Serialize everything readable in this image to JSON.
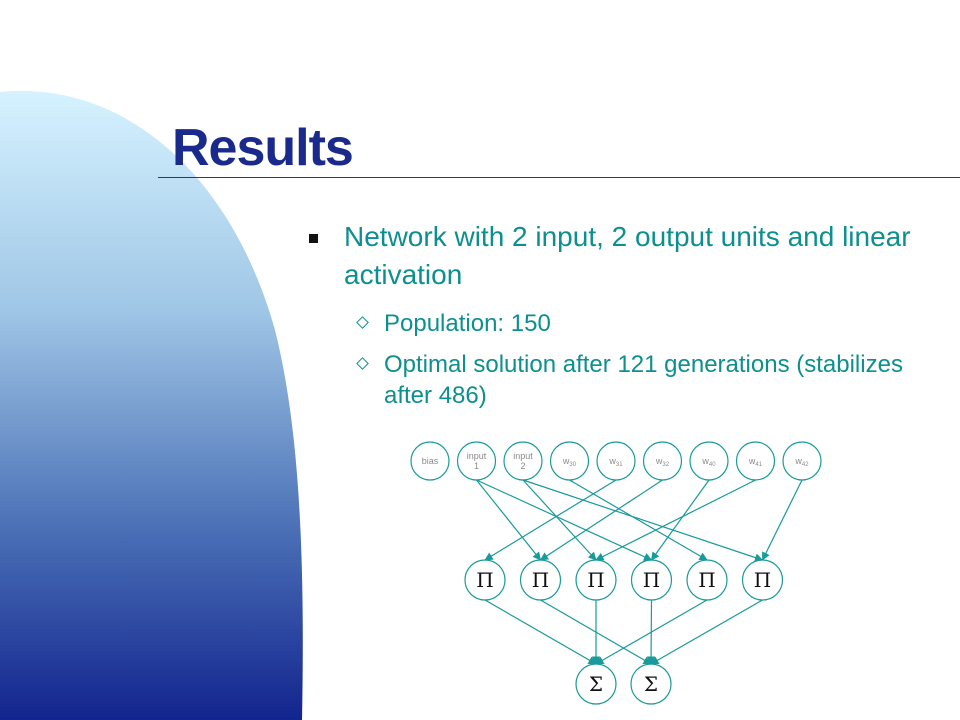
{
  "slide": {
    "title": "Results",
    "bullets": [
      {
        "text": "Network with 2 input, 2 output units and linear activation",
        "sub": [
          "Population: 150",
          "Optimal solution after 121 generations (stabilizes after 486)"
        ]
      }
    ]
  },
  "diagram": {
    "colors": {
      "edge": "#1a9a9a",
      "node_stroke": "#1a9a9a",
      "node_text": "#8a8a8a"
    },
    "top_nodes": [
      {
        "id": "bias",
        "lines": [
          "bias"
        ]
      },
      {
        "id": "input1",
        "lines": [
          "input",
          "1"
        ]
      },
      {
        "id": "input2",
        "lines": [
          "input",
          "2"
        ]
      },
      {
        "id": "w30",
        "base": "w",
        "sub": "30"
      },
      {
        "id": "w31",
        "base": "w",
        "sub": "31"
      },
      {
        "id": "w32",
        "base": "w",
        "sub": "32"
      },
      {
        "id": "w40",
        "base": "w",
        "sub": "40"
      },
      {
        "id": "w41",
        "base": "w",
        "sub": "41"
      },
      {
        "id": "w42",
        "base": "w",
        "sub": "42"
      }
    ],
    "product_nodes": [
      {
        "id": "p1",
        "symbol": "Π"
      },
      {
        "id": "p2",
        "symbol": "Π"
      },
      {
        "id": "p3",
        "symbol": "Π"
      },
      {
        "id": "p4",
        "symbol": "Π"
      },
      {
        "id": "p5",
        "symbol": "Π"
      },
      {
        "id": "p6",
        "symbol": "Π"
      }
    ],
    "sum_nodes": [
      {
        "id": "s1",
        "symbol": "Σ"
      },
      {
        "id": "s2",
        "symbol": "Σ"
      }
    ],
    "edges_top": [
      [
        "input1",
        "p4"
      ],
      [
        "input1",
        "p2"
      ],
      [
        "input2",
        "p6"
      ],
      [
        "input2",
        "p3"
      ],
      [
        "w30",
        "p5"
      ],
      [
        "w31",
        "p1"
      ],
      [
        "w32",
        "p2"
      ],
      [
        "w40",
        "p4"
      ],
      [
        "w41",
        "p3"
      ],
      [
        "w42",
        "p6"
      ]
    ],
    "edges_bottom": [
      [
        "p1",
        "s1"
      ],
      [
        "p2",
        "s2"
      ],
      [
        "p3",
        "s1"
      ],
      [
        "p4",
        "s2"
      ],
      [
        "p5",
        "s1"
      ],
      [
        "p6",
        "s2"
      ]
    ]
  }
}
